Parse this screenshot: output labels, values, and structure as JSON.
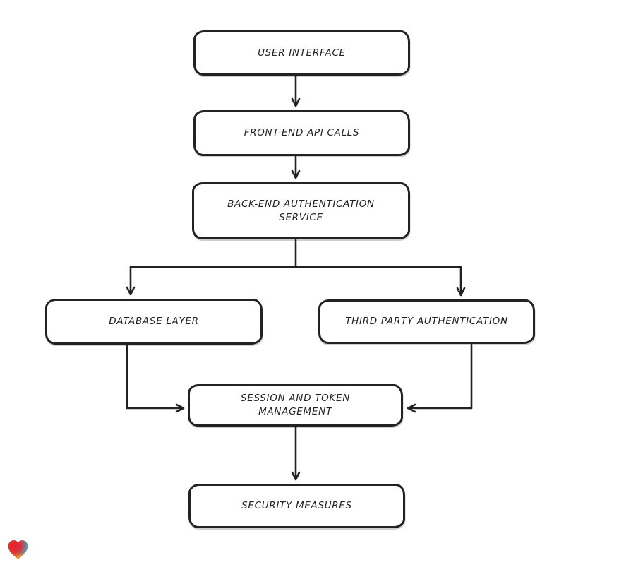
{
  "diagram": {
    "background_color": "#ffffff",
    "stroke_color": "#222222",
    "nodes": [
      {
        "id": "user-interface",
        "label": "USER INTERFACE"
      },
      {
        "id": "front-end-api-calls",
        "label": "FRONT-END API CALLS"
      },
      {
        "id": "back-end-authentication-service",
        "label": "BACK-END AUTHENTICATION\nSERVICE"
      },
      {
        "id": "database-layer",
        "label": "DATABASE LAYER"
      },
      {
        "id": "third-party-authentication",
        "label": "THIRD PARTY AUTHENTICATION"
      },
      {
        "id": "session-and-token-management",
        "label": "SESSION AND TOKEN\nMANAGEMENT"
      },
      {
        "id": "security-measures",
        "label": "SECURITY MEASURES"
      }
    ],
    "edges": [
      {
        "from": "user-interface",
        "to": "front-end-api-calls"
      },
      {
        "from": "front-end-api-calls",
        "to": "back-end-authentication-service"
      },
      {
        "from": "back-end-authentication-service",
        "to": "database-layer"
      },
      {
        "from": "back-end-authentication-service",
        "to": "third-party-authentication"
      },
      {
        "from": "database-layer",
        "to": "session-and-token-management"
      },
      {
        "from": "third-party-authentication",
        "to": "session-and-token-management"
      },
      {
        "from": "session-and-token-management",
        "to": "security-measures"
      }
    ],
    "logo": {
      "icon": "heart-icon",
      "colors": [
        "#e8212d",
        "#f79421",
        "#2da9c9"
      ]
    }
  }
}
